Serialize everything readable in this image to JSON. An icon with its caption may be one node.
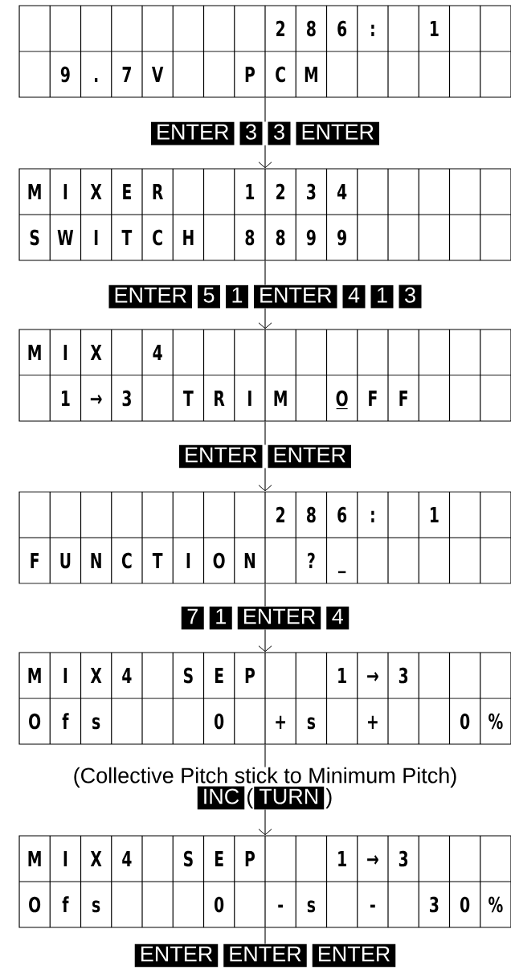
{
  "diagram": {
    "nodes": [
      {
        "text": [
          "2",
          "8",
          "6",
          ":",
          "1",
          "9",
          ".",
          "7",
          "V",
          "P",
          "C",
          "M"
        ]
      },
      {
        "text": [
          "ENTER",
          "3",
          "3",
          "ENTER"
        ]
      },
      {
        "text": [
          "M",
          "I",
          "X",
          "E",
          "R",
          "1",
          "2",
          "3",
          "4",
          "S",
          "W",
          "I",
          "T",
          "C",
          "H",
          "8",
          "8",
          "9",
          "9"
        ]
      },
      {
        "text": [
          "ENTER",
          "5",
          "1",
          "ENTER",
          "4",
          "1",
          "3"
        ]
      },
      {
        "text": [
          "M",
          "I",
          "X",
          "4",
          "1",
          "→",
          "3",
          "T",
          "R",
          "I",
          "M",
          "O",
          "F",
          "F"
        ]
      },
      {
        "text": [
          "ENTER",
          "ENTER"
        ]
      },
      {
        "text": [
          "2",
          "8",
          "6",
          ":",
          "1",
          "F",
          "U",
          "N",
          "C",
          "T",
          "I",
          "O",
          "N",
          "?",
          "_"
        ]
      },
      {
        "text": [
          "7",
          "1",
          "ENTER",
          "4"
        ]
      },
      {
        "text": [
          "M",
          "I",
          "X",
          "4",
          "S",
          "E",
          "P",
          "1",
          "→",
          "3",
          "O",
          "f",
          "s",
          "0",
          "+",
          "s",
          "+",
          "0",
          "%"
        ]
      },
      {
        "text": [
          "(Collective Pitch stick to Minimum Pitch)",
          "INC",
          "(",
          "TURN",
          ")"
        ]
      },
      {
        "text": [
          "M",
          "I",
          "X",
          "4",
          "S",
          "E",
          "P",
          "1",
          "→",
          "3",
          "O",
          "f",
          "s",
          "0",
          "-",
          "s",
          "-",
          "3",
          "0",
          "%"
        ]
      },
      {
        "text": [
          "ENTER",
          "ENTER",
          "ENTER"
        ]
      }
    ],
    "edges": [
      {
        "from": 0,
        "to": 1,
        "arrow": "none"
      },
      {
        "from": 1,
        "to": 2,
        "arrow": "to"
      },
      {
        "from": 2,
        "to": 3,
        "arrow": "none"
      },
      {
        "from": 3,
        "to": 4,
        "arrow": "to"
      },
      {
        "from": 4,
        "to": 5,
        "arrow": "none"
      },
      {
        "from": 5,
        "to": 6,
        "arrow": "to"
      },
      {
        "from": 6,
        "to": 7,
        "arrow": "none"
      },
      {
        "from": 7,
        "to": 8,
        "arrow": "to"
      },
      {
        "from": 8,
        "to": 9,
        "arrow": "none"
      },
      {
        "from": 9,
        "to": 10,
        "arrow": "to"
      },
      {
        "from": 10,
        "to": 11,
        "arrow": "none"
      }
    ]
  }
}
